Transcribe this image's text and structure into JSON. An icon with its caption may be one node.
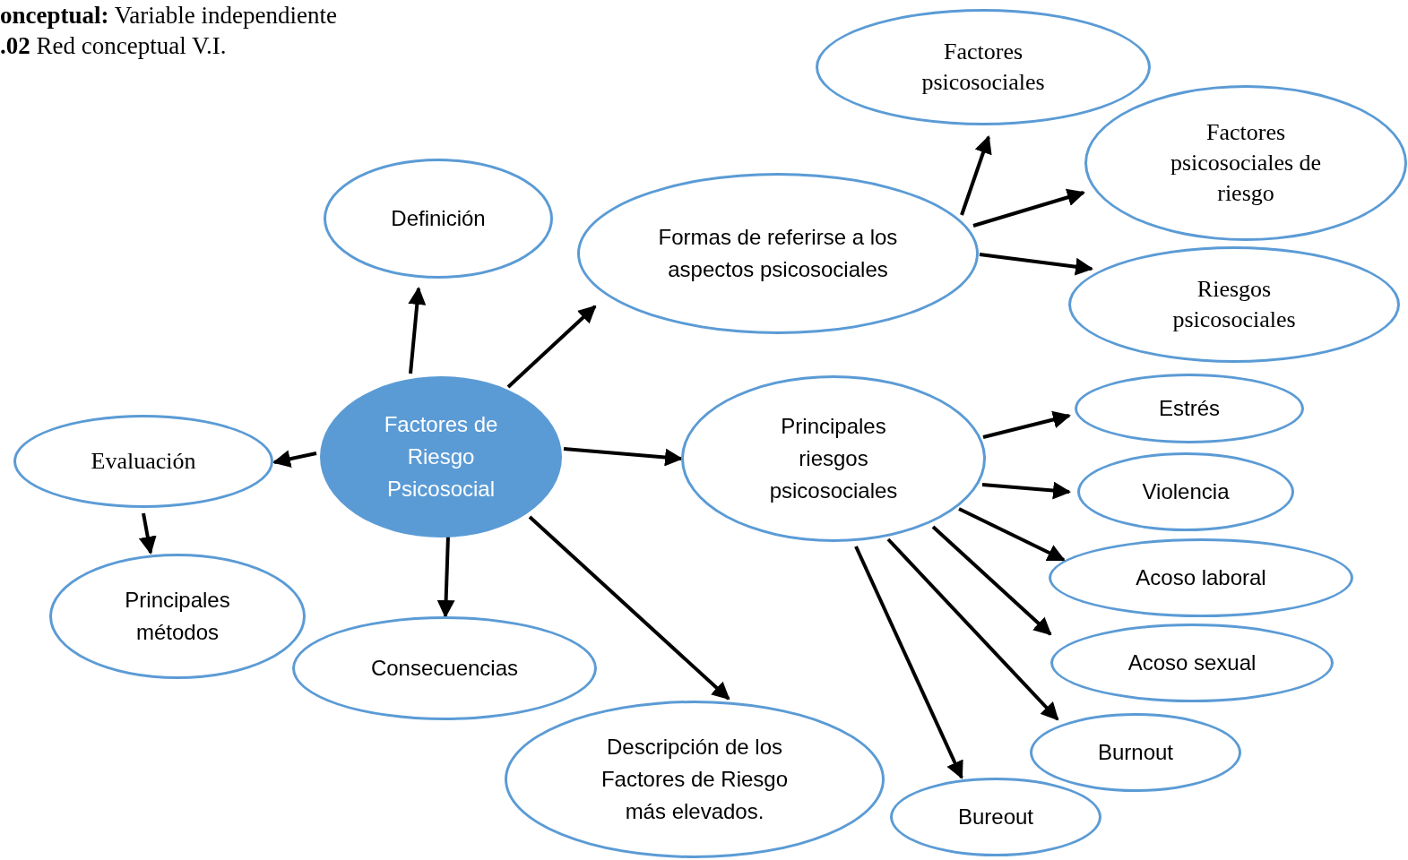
{
  "diagram": {
    "nodes": [
      {
        "text": [
          "Factores de Riesgo Psicosocial"
        ]
      },
      {
        "text": [
          "Definición"
        ]
      },
      {
        "text": [
          "Formas de referirse a los aspectos psicosociales"
        ]
      },
      {
        "text": [
          "Factores psicosociales"
        ]
      },
      {
        "text": [
          "Factores psicosociales de riesgo"
        ]
      },
      {
        "text": [
          "Riesgos psicosociales"
        ]
      },
      {
        "text": [
          "Evaluación"
        ]
      },
      {
        "text": [
          "Principales métodos"
        ]
      },
      {
        "text": [
          "Consecuencias"
        ]
      },
      {
        "text": [
          "Descripción de los Factores de Riesgo más elevados."
        ]
      },
      {
        "text": [
          "Principales riesgos psicosociales"
        ]
      },
      {
        "text": [
          "Estrés"
        ]
      },
      {
        "text": [
          "Violencia"
        ]
      },
      {
        "text": [
          "Acoso  laboral"
        ]
      },
      {
        "text": [
          "Acoso  sexual"
        ]
      },
      {
        "text": [
          "Burnout"
        ]
      },
      {
        "text": [
          "Bureout"
        ]
      }
    ],
    "edges": [
      {
        "from": 0,
        "to": 1,
        "arrow": "to"
      },
      {
        "from": 0,
        "to": 2,
        "arrow": "to"
      },
      {
        "from": 0,
        "to": 6,
        "arrow": "to"
      },
      {
        "from": 0,
        "to": 10,
        "arrow": "to"
      },
      {
        "from": 0,
        "to": 8,
        "arrow": "to"
      },
      {
        "from": 0,
        "to": 9,
        "arrow": "to"
      },
      {
        "from": 2,
        "to": 3,
        "arrow": "to"
      },
      {
        "from": 2,
        "to": 4,
        "arrow": "to"
      },
      {
        "from": 2,
        "to": 5,
        "arrow": "to"
      },
      {
        "from": 6,
        "to": 7,
        "arrow": "to"
      },
      {
        "from": 10,
        "to": 11,
        "arrow": "to"
      },
      {
        "from": 10,
        "to": 12,
        "arrow": "to"
      },
      {
        "from": 10,
        "to": 13,
        "arrow": "to"
      },
      {
        "from": 10,
        "to": 14,
        "arrow": "to"
      },
      {
        "from": 10,
        "to": 15,
        "arrow": "to"
      },
      {
        "from": 10,
        "to": 16,
        "arrow": "to"
      }
    ],
    "labels": [
      "**onceptual:** Variable independiente",
      "**.02** Red conceptual V.I."
    ]
  }
}
